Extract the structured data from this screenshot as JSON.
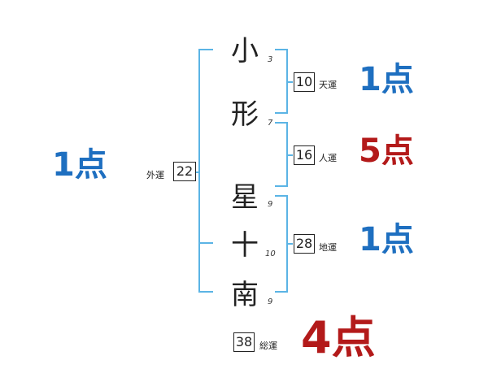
{
  "characters": [
    {
      "char": "小",
      "strokes": "3"
    },
    {
      "char": "形",
      "strokes": "7"
    },
    {
      "char": "星",
      "strokes": "9"
    },
    {
      "char": "十",
      "strokes": "10"
    },
    {
      "char": "南",
      "strokes": "9"
    }
  ],
  "fortunes": {
    "tenkaku": {
      "value": "10",
      "label": "天運",
      "score": "1点",
      "score_color": "#1e6fc0"
    },
    "jinkaku": {
      "value": "16",
      "label": "人運",
      "score": "5点",
      "score_color": "#b31a1a"
    },
    "chikaku": {
      "value": "28",
      "label": "地運",
      "score": "1点",
      "score_color": "#1e6fc0"
    },
    "gaikaku": {
      "value": "22",
      "label": "外運",
      "score": "1点",
      "score_color": "#1e6fc0"
    },
    "soukaku": {
      "value": "38",
      "label": "総運",
      "score": "4点",
      "score_color": "#b31a1a"
    }
  },
  "colors": {
    "bracket": "#5bb4e5",
    "blue": "#1e6fc0",
    "red": "#b31a1a"
  }
}
